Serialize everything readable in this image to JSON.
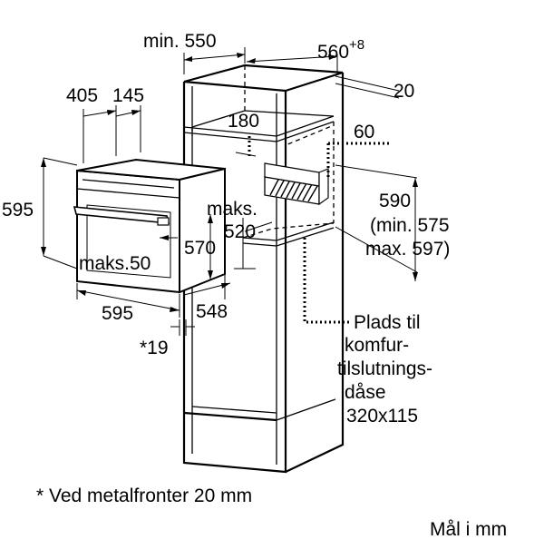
{
  "dimensions": {
    "min_550": "min. 550",
    "d560": "560",
    "d560_sup": "+8",
    "d20": "20",
    "d405": "405",
    "d145": "145",
    "d180": "180",
    "d60": "60",
    "d595_height": "595",
    "maks_520_label": "maks.",
    "maks_520_value": "520",
    "d590": "590",
    "d590_min": "(min. 575",
    "d590_max": "max. 597)",
    "d570": "570",
    "maks50": "maks.50",
    "d595_width": "595",
    "d548": "548",
    "star19": "*19"
  },
  "callout": {
    "line1": "Plads til",
    "line2": "komfur-",
    "line3": "tilslutnings-",
    "line4": "dåse",
    "line5": "320x115"
  },
  "footnote": "* Ved metalfronter 20 mm",
  "units": "Mål i mm"
}
